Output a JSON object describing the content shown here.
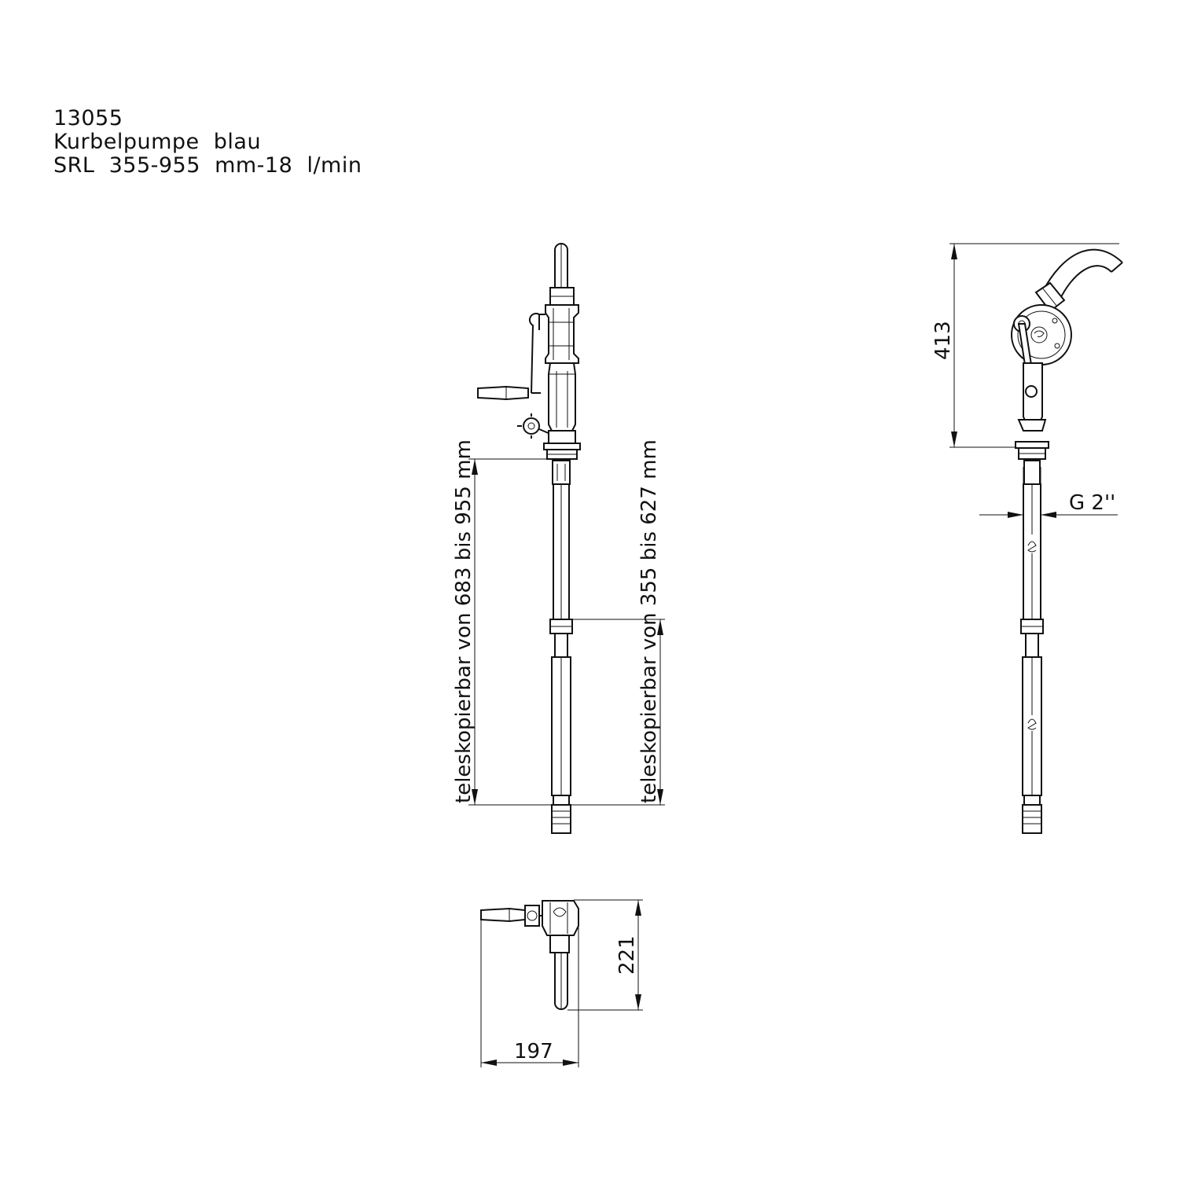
{
  "title": {
    "article_number": "13055",
    "name": "Kurbelpumpe  blau",
    "spec": "SRL  355-955  mm-18  l/min"
  },
  "dimensions": {
    "front_left": "teleskopierbar  von  683  bis  955  mm",
    "front_right": "teleskopierbar  von  355  bis  627  mm",
    "side_height": "413",
    "thread": "G  2''",
    "top_height": "221",
    "top_width": "197"
  },
  "colors": {
    "line": "#111111",
    "background": "#ffffff"
  }
}
